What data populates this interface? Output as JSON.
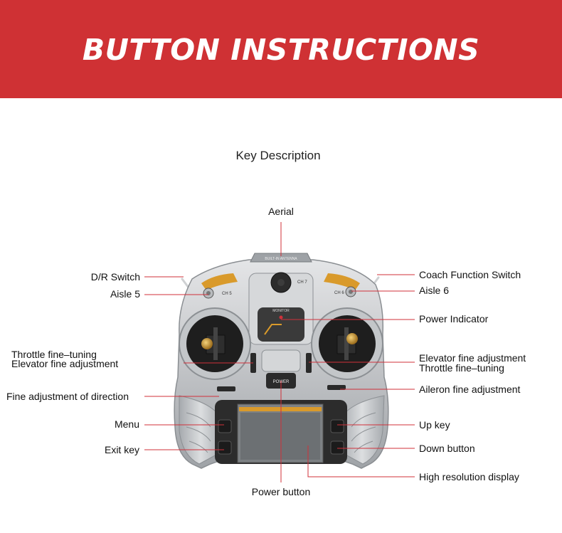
{
  "banner": {
    "title": "BUTTON INSTRUCTIONS",
    "color": "#cf3134"
  },
  "subtitle": "Key Description",
  "device": {
    "antenna_text": "BUILT-IN ANTENNA",
    "monitor_text": "MONITOR",
    "power_text": "POWER",
    "ch5_text": "CH 5",
    "ch6_text": "CH 6",
    "ch7_text": "CH 7"
  },
  "labels": {
    "aerial": "Aerial",
    "dr_switch": "D/R Switch",
    "aisle5": "Aisle 5",
    "coach_switch": "Coach Function Switch",
    "aisle6": "Aisle 6",
    "power_indicator": "Power Indicator",
    "throttle_fine_left": "Throttle fine–tuning",
    "elevator_fine_left": "Elevator fine adjustment",
    "elevator_fine_right": "Elevator fine adjustment",
    "throttle_fine_right": "Throttle fine–tuning",
    "direction_fine": "Fine adjustment of direction",
    "aileron_fine": "Aileron fine adjustment",
    "menu": "Menu",
    "up_key": "Up key",
    "exit_key": "Exit key",
    "down_button": "Down button",
    "display": "High resolution display",
    "power_button": "Power button"
  },
  "colors": {
    "leader_line": "#d0303a",
    "body": "#c7c9cc",
    "body_dark": "#8e9296",
    "accent": "#d99a2b"
  }
}
